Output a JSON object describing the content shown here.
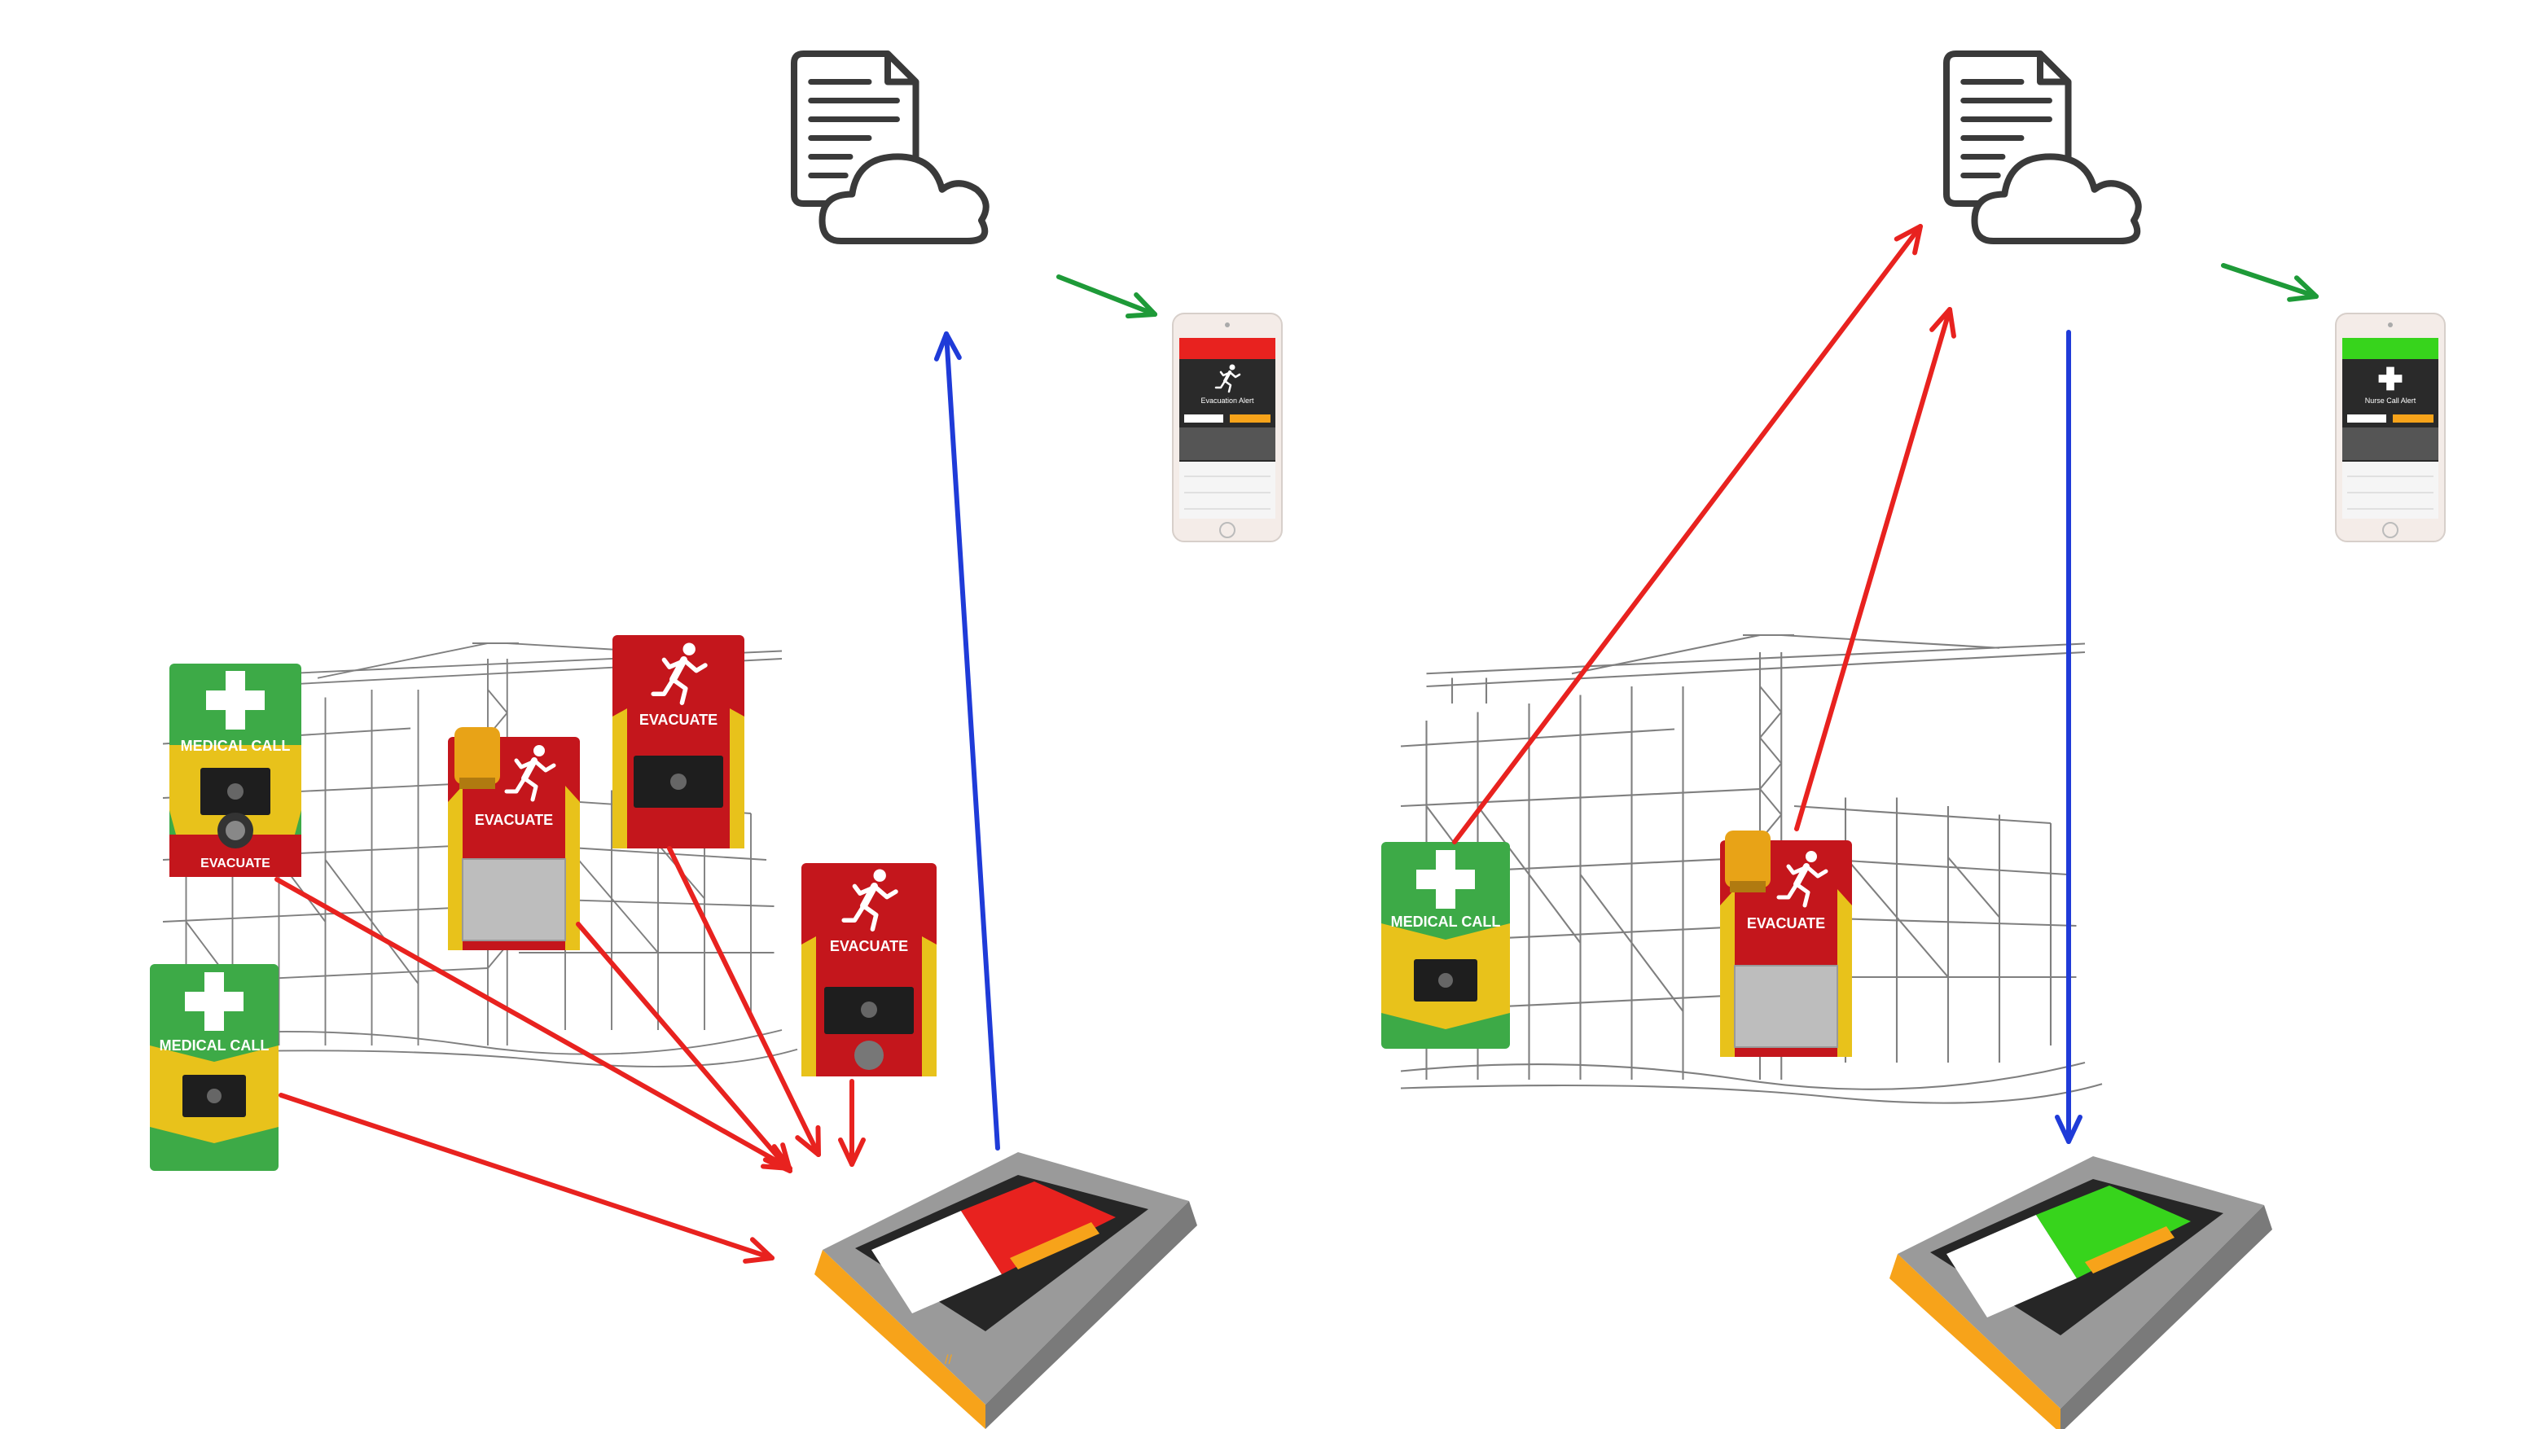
{
  "colors": {
    "medical_green": "#3daa47",
    "medical_yellow": "#e8c21b",
    "evacuate_red": "#c4161c",
    "arrow_red": "#e8221f",
    "arrow_blue": "#1f3bd8",
    "arrow_green": "#1e9a38",
    "hub_orange": "#f7a31a",
    "screen_green": "#37d41c"
  },
  "left_scene": {
    "signs": [
      {
        "kind": "medical",
        "label": "MEDICAL CALL",
        "sub_label": "EVACUATE"
      },
      {
        "kind": "evacuate",
        "label": "EVACUATE"
      },
      {
        "kind": "evacuate",
        "label": "EVACUATE"
      },
      {
        "kind": "evacuate",
        "label": "EVACUATE"
      },
      {
        "kind": "medical",
        "label": "MEDICAL CALL"
      }
    ],
    "phone": {
      "alert_title": "Evacuation Alert",
      "banner_color": "#e8221f"
    }
  },
  "right_scene": {
    "signs": [
      {
        "kind": "medical",
        "label": "MEDICAL CALL"
      },
      {
        "kind": "evacuate",
        "label": "EVACUATE"
      }
    ],
    "phone": {
      "alert_title": "Nurse Call Alert",
      "banner_color": "#37d41c"
    }
  },
  "icons": [
    "document-cloud-icon",
    "smartphone-icon",
    "alarm-hub-icon",
    "medical-cross-icon",
    "running-man-icon",
    "siren-beacon-icon"
  ]
}
